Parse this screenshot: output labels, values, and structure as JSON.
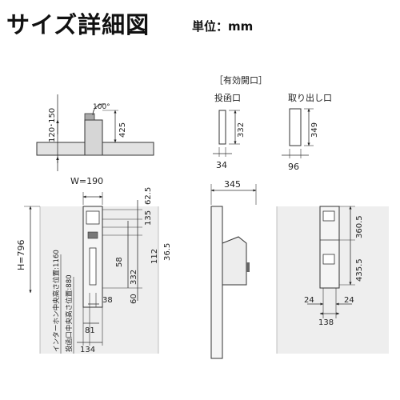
{
  "header": {
    "title": "サイズ詳細図",
    "unit": "単位：mm"
  },
  "top_detail": {
    "angle": "100°",
    "left_dim": "120･150",
    "right_dim": "425"
  },
  "openings": {
    "group_label": "［有効開口］",
    "slot": {
      "label": "投函口",
      "height": "332",
      "width": "34"
    },
    "takeout": {
      "label": "取り出し口",
      "height": "349",
      "width": "96"
    }
  },
  "front": {
    "width": "W=190",
    "height": "H=796",
    "right_dims": [
      "62.5",
      "135",
      "36.5",
      "112",
      "58",
      "332",
      "60"
    ],
    "bottom_dims": [
      "38",
      "81",
      "134"
    ],
    "intercom_label": "インターホン中央高さ位置:1160",
    "slot_label": "投函口中央高さ位置:880"
  },
  "side": {
    "depth": "345"
  },
  "rear": {
    "dims": [
      "360.5",
      "435.5",
      "24",
      "24",
      "138"
    ]
  }
}
